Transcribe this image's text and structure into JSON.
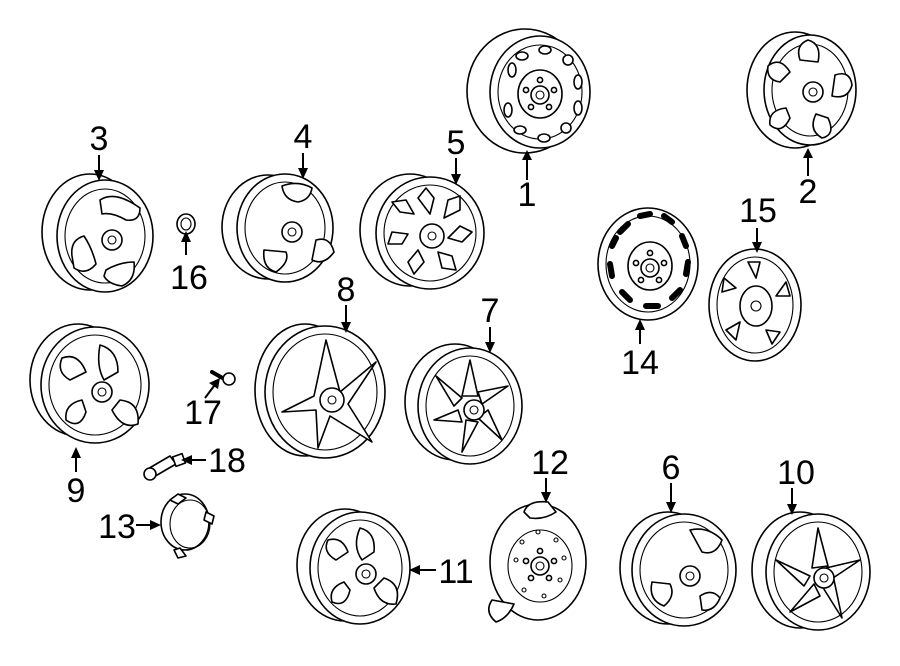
{
  "callouts": [
    {
      "id": "c1",
      "label": "1"
    },
    {
      "id": "c2",
      "label": "2"
    },
    {
      "id": "c3",
      "label": "3"
    },
    {
      "id": "c4",
      "label": "4"
    },
    {
      "id": "c5",
      "label": "5"
    },
    {
      "id": "c6",
      "label": "6"
    },
    {
      "id": "c7",
      "label": "7"
    },
    {
      "id": "c8",
      "label": "8"
    },
    {
      "id": "c9",
      "label": "9"
    },
    {
      "id": "c10",
      "label": "10"
    },
    {
      "id": "c11",
      "label": "11"
    },
    {
      "id": "c12",
      "label": "12"
    },
    {
      "id": "c13",
      "label": "13"
    },
    {
      "id": "c14",
      "label": "14"
    },
    {
      "id": "c15",
      "label": "15"
    },
    {
      "id": "c16",
      "label": "16"
    },
    {
      "id": "c17",
      "label": "17"
    },
    {
      "id": "c18",
      "label": "18"
    }
  ]
}
